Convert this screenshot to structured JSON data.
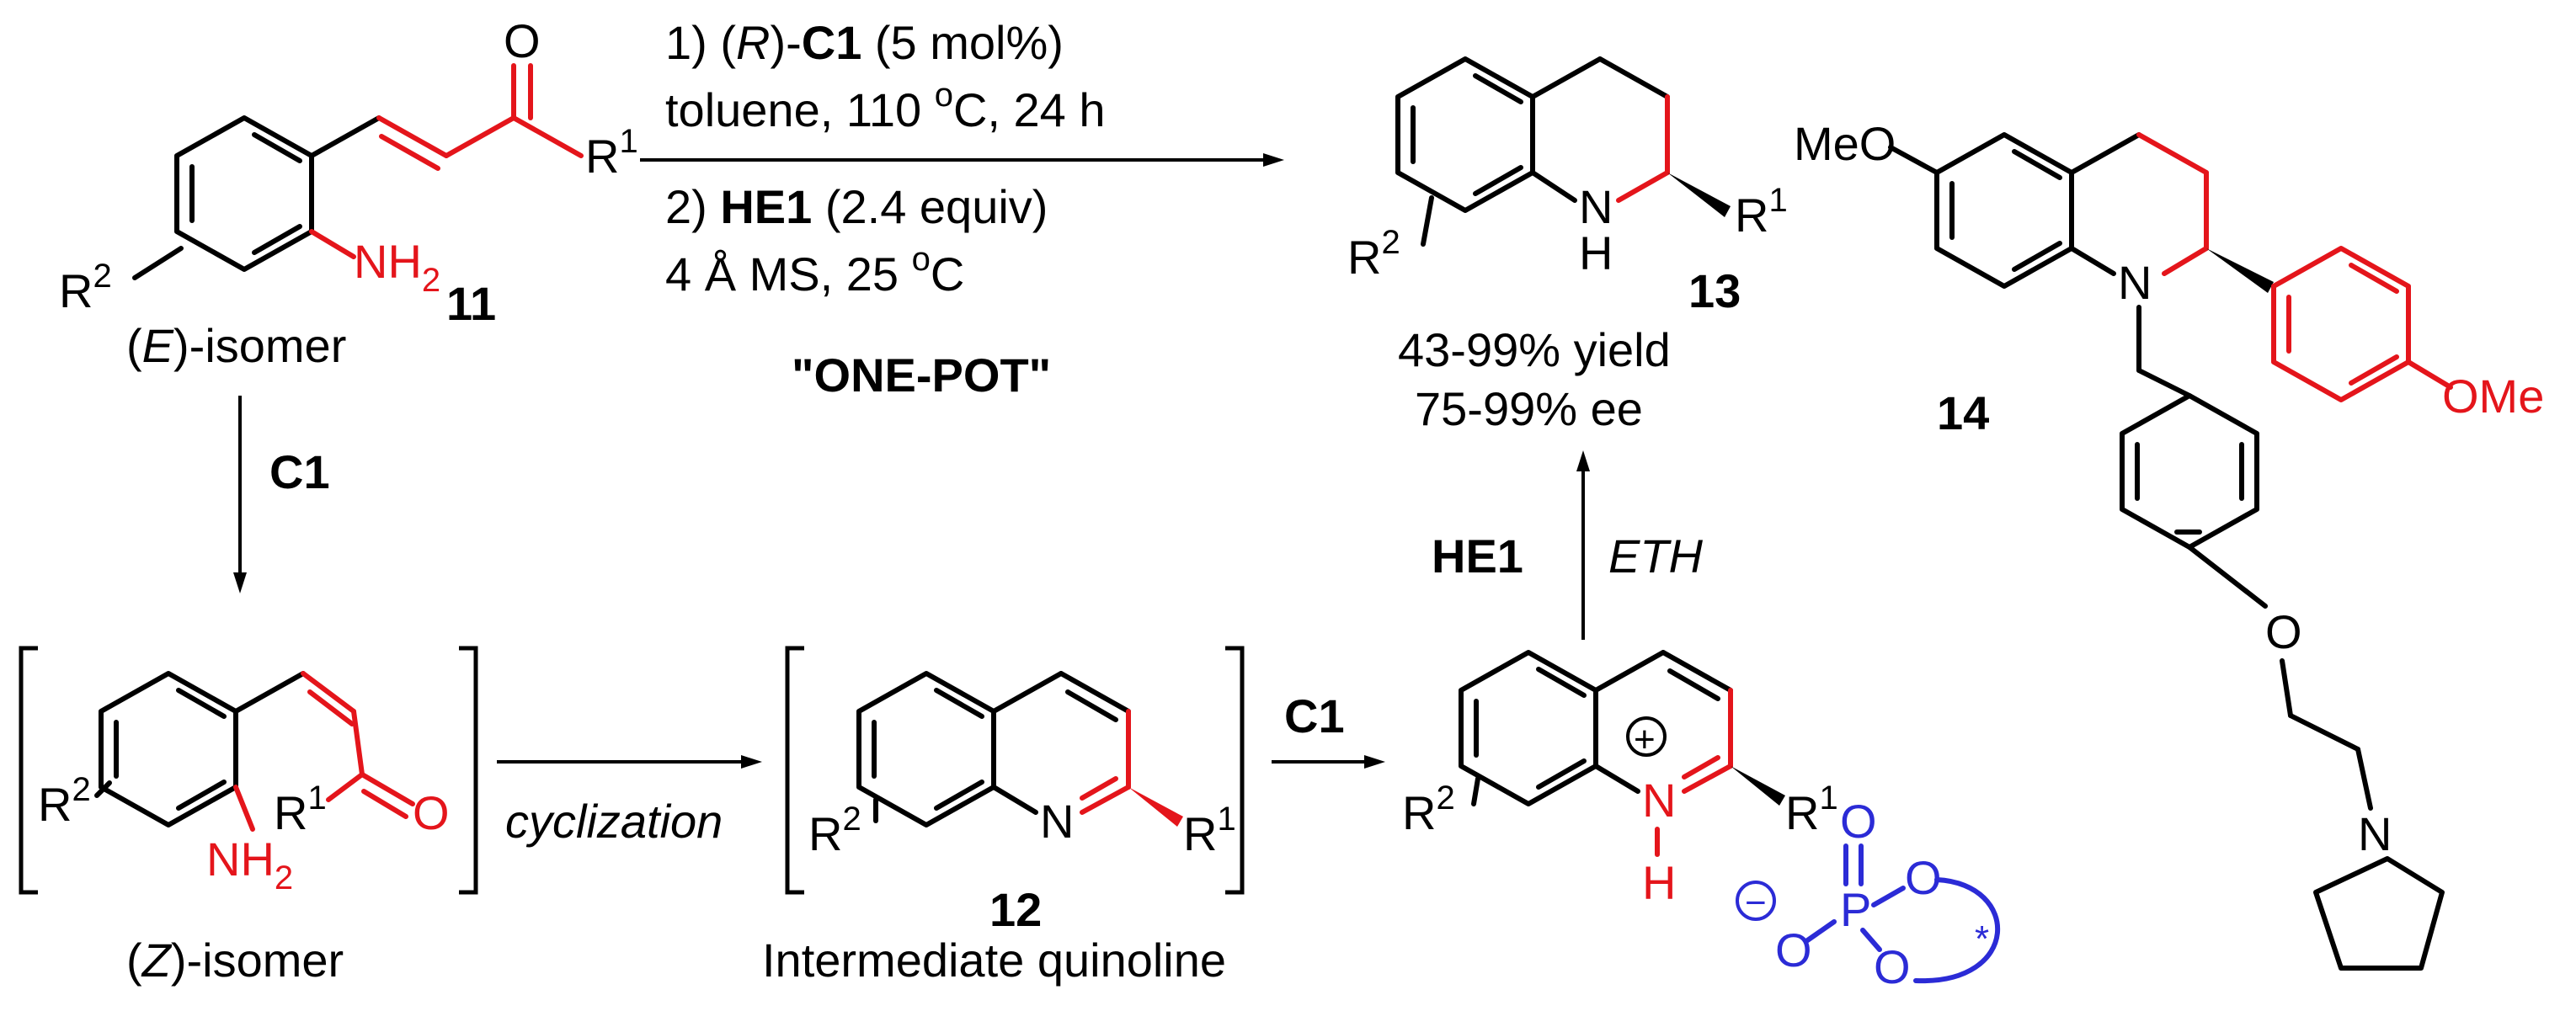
{
  "colors": {
    "black": "#000000",
    "red": "#e4151b",
    "blue": "#2b2bd6"
  },
  "conditions": {
    "step1_prefix": "1) (",
    "step1_r": "R",
    "step1_dash": ")-",
    "step1_cat": "C1",
    "step1_load": " (5 mol%)",
    "step1_solvent": "toluene, 110 ",
    "step1_o": "o",
    "step1_temp_tail": "C, 24 h",
    "step2_prefix": "2) ",
    "step2_reagent": "HE1",
    "step2_equiv": " (2.4 equiv)",
    "step2_ms": "4 Å MS, 25 ",
    "step2_o": "o",
    "step2_c": "C",
    "one_pot": "\"ONE-POT\""
  },
  "compound11": {
    "number": "11",
    "o": "O",
    "r": "R",
    "r_sup": "1",
    "nh": "NH",
    "nh_sub": "2",
    "r2": "R",
    "r2_sup": "2",
    "isomer_open": "(",
    "isomer_e": "E",
    "isomer_close": ")-isomer"
  },
  "compound13": {
    "number": "13",
    "n": "N",
    "h": "H",
    "r1": "R",
    "r1_sup": "1",
    "r2": "R",
    "r2_sup": "2",
    "yield": "43-99% yield",
    "ee": "75-99% ee"
  },
  "compound14": {
    "number": "14",
    "meo": "MeO",
    "n": "N",
    "ome": "OMe",
    "o": "O",
    "n2": "N"
  },
  "arrows": {
    "down_label": "C1",
    "up_reagent": "HE1",
    "up_process": "ETH",
    "cyclization": "cyclization",
    "c1_right": "C1"
  },
  "zisomer": {
    "r2": "R",
    "r2_sup": "2",
    "r1": "R",
    "r1_sup": "1",
    "o": "O",
    "nh": "NH",
    "nh_sub": "2",
    "label_open": "(",
    "label_z": "Z",
    "label_close": ")-isomer"
  },
  "compound12": {
    "number": "12",
    "n": "N",
    "r1": "R",
    "r1_sup": "1",
    "r2": "R",
    "r2_sup": "2",
    "caption": "Intermediate quinoline"
  },
  "ionpair": {
    "plus": "+",
    "n": "N",
    "h": "H",
    "r1": "R",
    "r1_sup": "1",
    "r2": "R",
    "r2_sup": "2",
    "minus": "−",
    "o_top": "O",
    "p": "P",
    "o_right": "O",
    "o_left": "O",
    "o_bottom": "O",
    "star": "*"
  }
}
